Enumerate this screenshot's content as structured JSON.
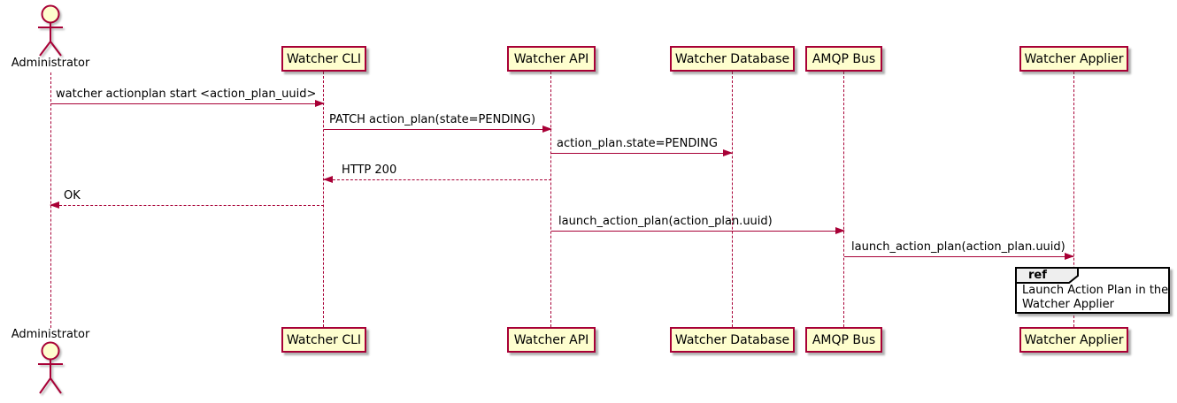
{
  "diagram": {
    "type": "sequence-diagram",
    "participants": [
      {
        "id": "administrator",
        "name": "Administrator",
        "kind": "actor"
      },
      {
        "id": "watcher-cli",
        "name": "Watcher CLI",
        "kind": "participant"
      },
      {
        "id": "watcher-api",
        "name": "Watcher API",
        "kind": "participant"
      },
      {
        "id": "watcher-database",
        "name": "Watcher Database",
        "kind": "participant"
      },
      {
        "id": "amqp-bus",
        "name": "AMQP Bus",
        "kind": "participant"
      },
      {
        "id": "watcher-applier",
        "name": "Watcher Applier",
        "kind": "participant"
      }
    ],
    "messages": [
      {
        "from": "Administrator",
        "to": "Watcher CLI",
        "text": "watcher actionplan start <action_plan_uuid>",
        "style": "solid"
      },
      {
        "from": "Watcher CLI",
        "to": "Watcher API",
        "text": "PATCH action_plan(state=PENDING)",
        "style": "solid"
      },
      {
        "from": "Watcher API",
        "to": "Watcher Database",
        "text": "action_plan.state=PENDING",
        "style": "solid"
      },
      {
        "from": "Watcher API",
        "to": "Watcher CLI",
        "text": "HTTP 200",
        "style": "dashed"
      },
      {
        "from": "Watcher CLI",
        "to": "Administrator",
        "text": "OK",
        "style": "dashed"
      },
      {
        "from": "Watcher API",
        "to": "AMQP Bus",
        "text": "launch_action_plan(action_plan.uuid)",
        "style": "solid"
      },
      {
        "from": "AMQP Bus",
        "to": "Watcher Applier",
        "text": "launch_action_plan(action_plan.uuid)",
        "style": "solid"
      }
    ],
    "ref": {
      "keyword": "ref",
      "lines": [
        "Launch Action Plan in the",
        "Watcher Applier"
      ]
    },
    "colors": {
      "stroke": "#A80036",
      "participant_fill": "#FEFECE",
      "ref_header_fill": "#EEEEEE",
      "ref_border": "#000000",
      "text": "#000000",
      "background": "#FFFFFF"
    }
  }
}
